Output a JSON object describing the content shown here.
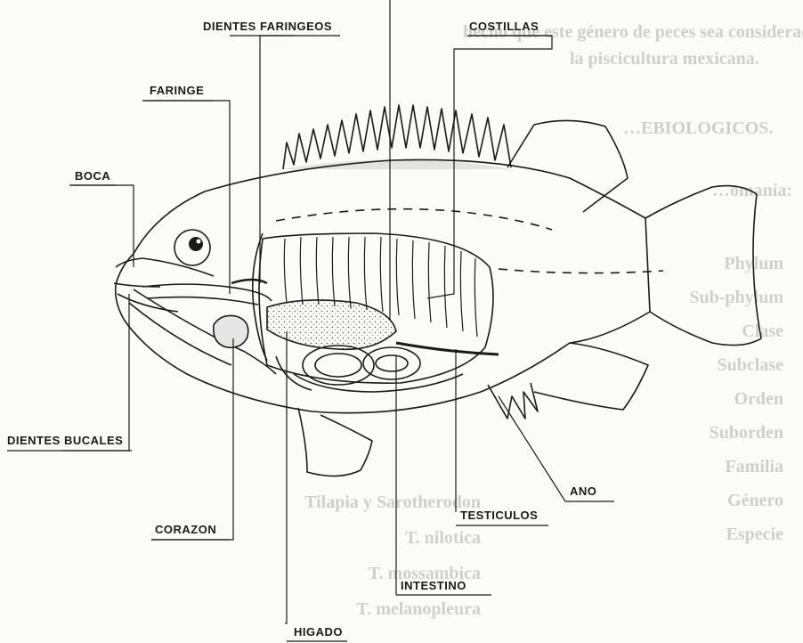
{
  "labels": {
    "dientes_faringeos": "DIENTES FARINGEOS",
    "costillas": "COSTILLAS",
    "faringe": "FARINGE",
    "boca": "BOCA",
    "dientes_bucales": "DIENTES BUCALES",
    "corazon": "CORAZON",
    "higado": "HIGADO",
    "intestino": "INTESTINO",
    "testiculos": "TESTICULOS",
    "ano": "ANO"
  },
  "background_text": {
    "line1": "hecho que este género de peces sea considerado actualmente como una",
    "line2": "la piscicultura mexicana.",
    "heading": "…EBIOLOGICOS.",
    "item1": "…omanía:",
    "taxonomy": [
      "Phylum",
      "Sub-phylum",
      "Clase",
      "Subclase",
      "Orden",
      "Suborden",
      "Familia",
      "Género",
      "Especie"
    ],
    "species": [
      "Tilapia y Sarotherodon",
      "T. nilotica",
      "T. mossambica",
      "T. melanopleura"
    ]
  },
  "colors": {
    "ink": "#1a1a1a",
    "shading": "#bdbdbd",
    "bleed_through": "#cfcfcf"
  }
}
